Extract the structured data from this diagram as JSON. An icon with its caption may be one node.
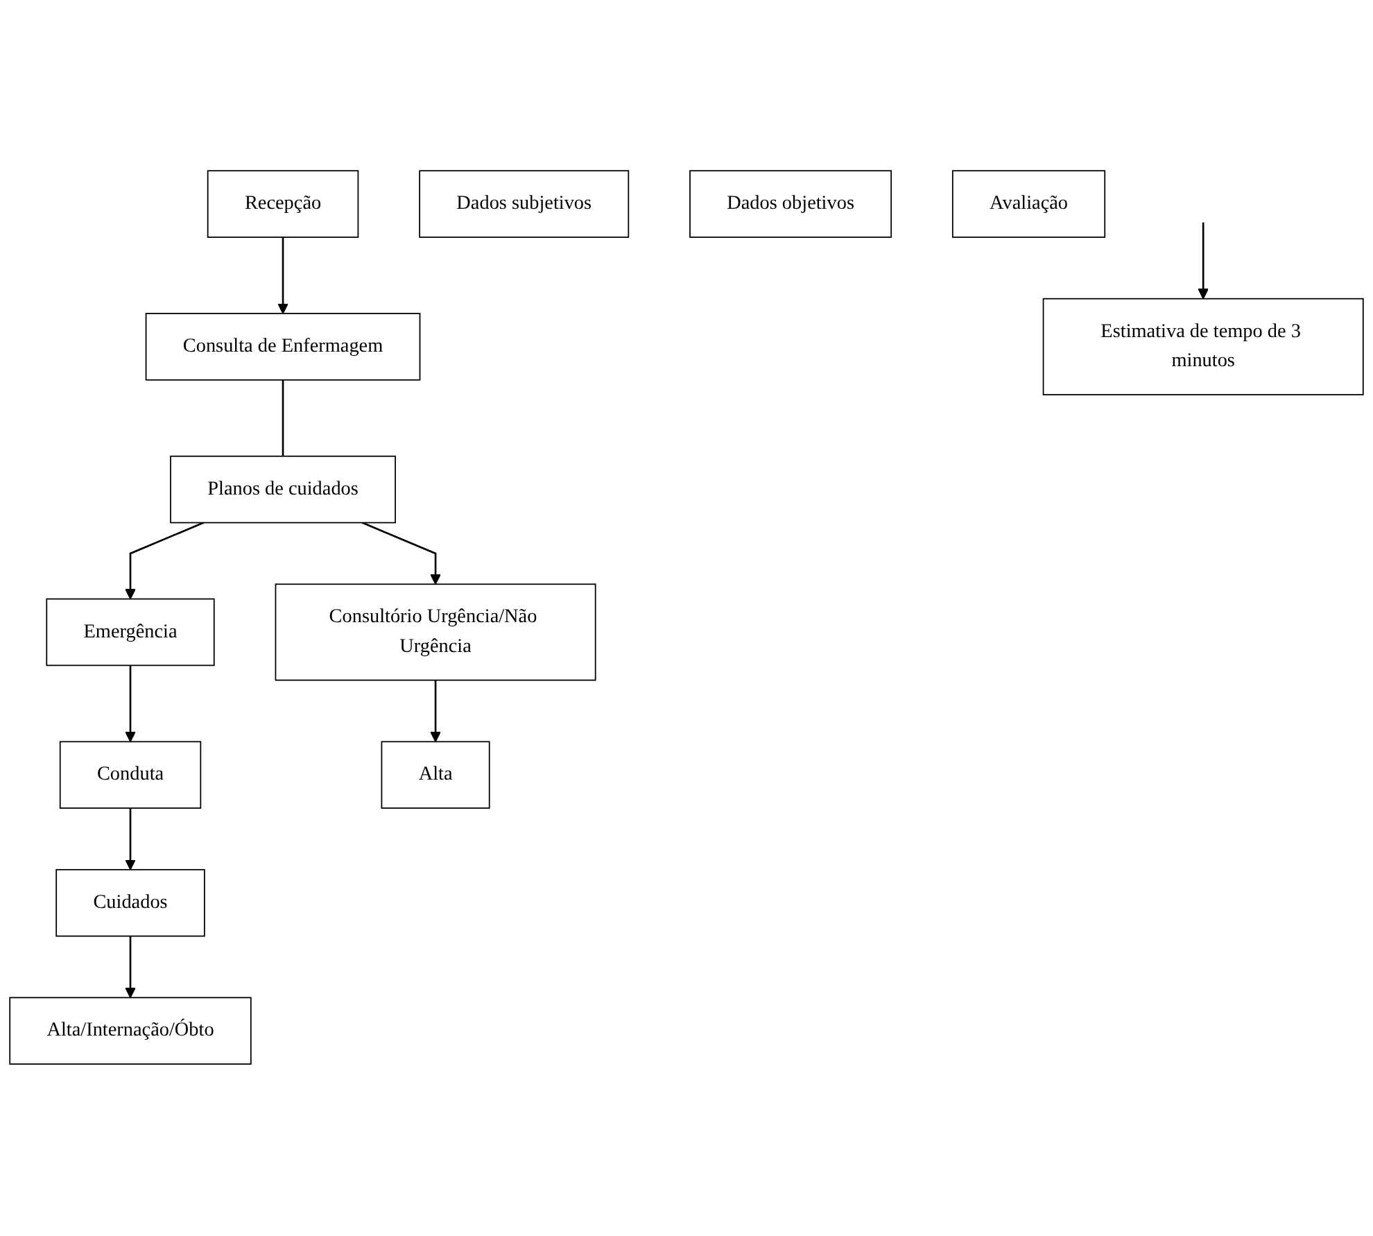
{
  "diagram": {
    "nodes": [
      {
        "text": [
          "Recepção"
        ]
      },
      {
        "text": [
          "Consulta de Enfermagem"
        ]
      },
      {
        "text": [
          "Dados subjetivos"
        ]
      },
      {
        "text": [
          "Dados objetivos"
        ]
      },
      {
        "text": [
          "Avaliação"
        ]
      },
      {
        "text": [
          "Estimativa de tempo de 3 minutos"
        ]
      },
      {
        "text": [
          "Planos de cuidados"
        ]
      },
      {
        "text": [
          "Emergência"
        ]
      },
      {
        "text": [
          "Consultório Urgência/Não Urgência"
        ]
      },
      {
        "text": [
          "Conduta"
        ]
      },
      {
        "text": [
          "Alta"
        ]
      },
      {
        "text": [
          "Cuidados"
        ]
      },
      {
        "text": [
          "Alta/Internação/Óbto"
        ]
      }
    ],
    "edges": [
      {
        "from": 0,
        "to": 1,
        "arrow": "to"
      },
      {
        "from": 1,
        "to": 6,
        "arrow": "none"
      },
      {
        "from": null,
        "to": 5,
        "arrow": "to"
      },
      {
        "from": 6,
        "to": 7,
        "arrow": "to"
      },
      {
        "from": 6,
        "to": 8,
        "arrow": "to"
      },
      {
        "from": 7,
        "to": 9,
        "arrow": "to"
      },
      {
        "from": 8,
        "to": 10,
        "arrow": "to"
      },
      {
        "from": 9,
        "to": 11,
        "arrow": "to"
      },
      {
        "from": 11,
        "to": 12,
        "arrow": "to"
      }
    ]
  }
}
